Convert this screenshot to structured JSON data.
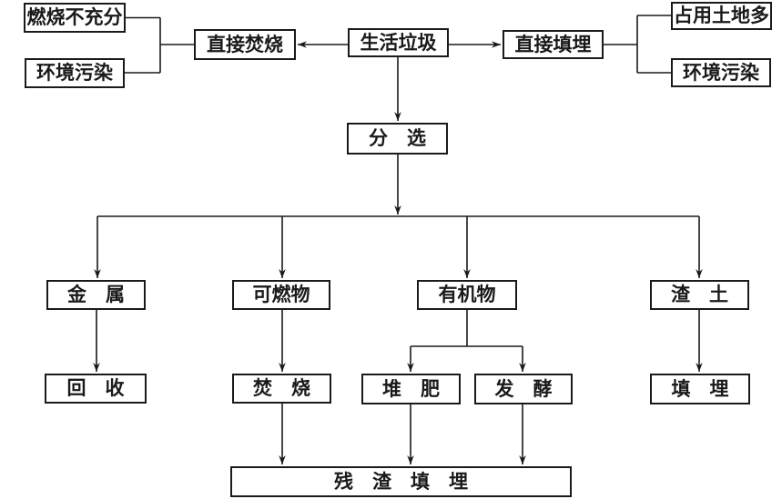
{
  "diagram": {
    "background_color": "#ffffff",
    "line_color": "#1a1a1a",
    "box_border_color": "#1a1a1a",
    "text_color": "#1a1a1a",
    "nodes": {
      "incomplete_combustion": {
        "label": "燃烧不充分"
      },
      "env_pollution_left": {
        "label": "环境污染"
      },
      "direct_incineration": {
        "label": "直接焚烧"
      },
      "household_waste": {
        "label": "生活垃圾"
      },
      "direct_landfill": {
        "label": "直接填埋"
      },
      "land_occupation": {
        "label": "占用土地多"
      },
      "env_pollution_right": {
        "label": "环境污染"
      },
      "sorting": {
        "label": "分　选"
      },
      "metal": {
        "label": "金　属"
      },
      "combustibles": {
        "label": "可燃物"
      },
      "organics": {
        "label": "有机物"
      },
      "slag_soil": {
        "label": "渣　土"
      },
      "recycling": {
        "label": "回　收"
      },
      "incineration": {
        "label": "焚　烧"
      },
      "composting": {
        "label": "堆　肥"
      },
      "fermentation": {
        "label": "发　酵"
      },
      "landfill": {
        "label": "填　埋"
      },
      "residue_landfill": {
        "label": "残　渣　填　埋"
      }
    },
    "edges": [
      {
        "from": "household_waste",
        "to": "direct_incineration",
        "arrow": true
      },
      {
        "from": "household_waste",
        "to": "direct_landfill",
        "arrow": true
      },
      {
        "from": "direct_incineration",
        "to": "incomplete_combustion",
        "arrow": false
      },
      {
        "from": "direct_incineration",
        "to": "env_pollution_left",
        "arrow": false
      },
      {
        "from": "direct_landfill",
        "to": "land_occupation",
        "arrow": false
      },
      {
        "from": "direct_landfill",
        "to": "env_pollution_right",
        "arrow": false
      },
      {
        "from": "household_waste",
        "to": "sorting",
        "arrow": true
      },
      {
        "from": "sorting",
        "to": "metal",
        "arrow": true
      },
      {
        "from": "sorting",
        "to": "combustibles",
        "arrow": true
      },
      {
        "from": "sorting",
        "to": "organics",
        "arrow": true
      },
      {
        "from": "sorting",
        "to": "slag_soil",
        "arrow": true
      },
      {
        "from": "metal",
        "to": "recycling",
        "arrow": true
      },
      {
        "from": "combustibles",
        "to": "incineration",
        "arrow": true
      },
      {
        "from": "organics",
        "to": "composting",
        "arrow": true
      },
      {
        "from": "organics",
        "to": "fermentation",
        "arrow": true
      },
      {
        "from": "slag_soil",
        "to": "landfill",
        "arrow": true
      },
      {
        "from": "incineration",
        "to": "residue_landfill",
        "arrow": true
      },
      {
        "from": "composting",
        "to": "residue_landfill",
        "arrow": true
      },
      {
        "from": "fermentation",
        "to": "residue_landfill",
        "arrow": true
      }
    ]
  }
}
